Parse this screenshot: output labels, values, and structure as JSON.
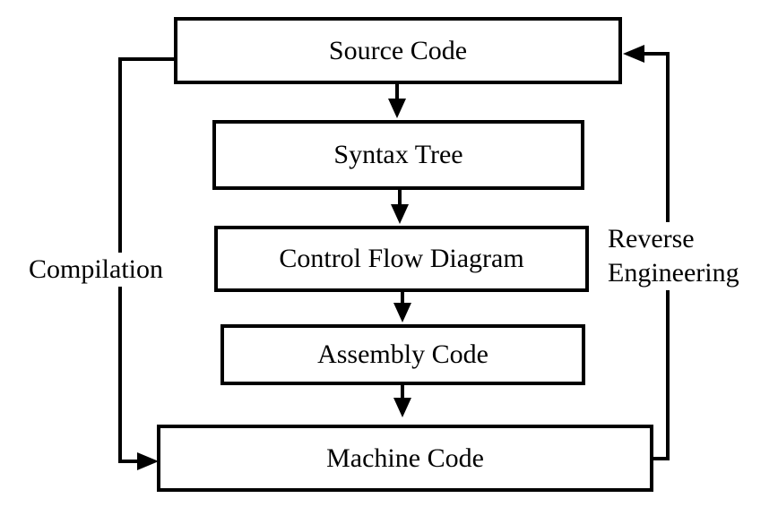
{
  "nodes": {
    "source_code": "Source Code",
    "syntax_tree": "Syntax Tree",
    "control_flow_diagram": "Control Flow Diagram",
    "assembly_code": "Assembly Code",
    "machine_code": "Machine Code"
  },
  "edges": {
    "compilation": "Compilation",
    "reverse_engineering_line1": "Reverse",
    "reverse_engineering_line2": "Engineering"
  },
  "colors": {
    "stroke": "#000000",
    "background": "#ffffff"
  }
}
